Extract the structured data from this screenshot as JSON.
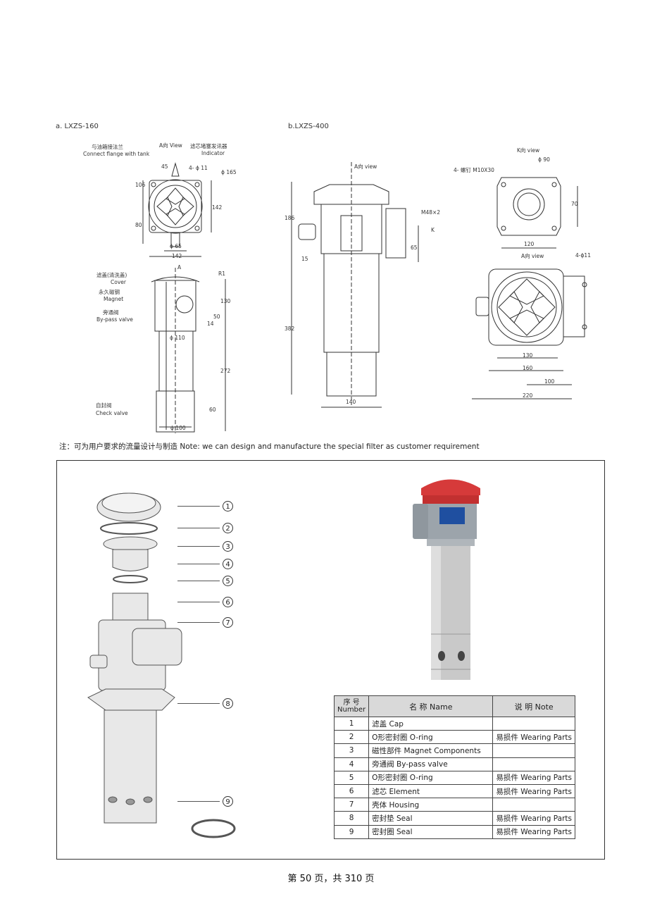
{
  "drawing_a": {
    "title": "a. LXZS-160",
    "labels": {
      "flange_cn": "与油箱接法兰",
      "flange_en": "Connect flange with tank",
      "a_view": "A向  View",
      "indicator_cn": "滤芯堵塞发讯器",
      "indicator_en": "Indicator",
      "cover_cn": "滤盖(清洗盖)",
      "cover_en": "Cover",
      "magnet_cn": "永久磁钢",
      "magnet_en": "Magnet",
      "bypass_cn": "旁通阀",
      "bypass_en": "By-pass valve",
      "check_cn": "自封阀",
      "check_en": "Check valve",
      "a_arrow": "A"
    },
    "dims": {
      "d45": "45",
      "d4phi11": "4- ϕ 11",
      "phi165": "ϕ 165",
      "d106": "106",
      "d80": "80",
      "d142v": "142",
      "phi65": "ϕ 65",
      "d142h": "142",
      "r1": "R1",
      "d130": "130",
      "d50": "50",
      "d14": "14",
      "phi110": "ϕ 110",
      "d272": "272",
      "d60": "60",
      "phi100": "ϕ 100"
    }
  },
  "drawing_b": {
    "title": "b.LXZS-400",
    "labels": {
      "a_view": "A向  view",
      "m48": "M48×2",
      "k": "K",
      "k_view": "K向    view",
      "bolt": "4- 螺钉 M10X30",
      "a_view2": "A向  view",
      "d4phi11": "4-ϕ11"
    },
    "dims": {
      "d186": "186",
      "d15": "15",
      "d382": "382",
      "d140": "140",
      "d65": "65",
      "phi90": "ϕ 90",
      "d70": "70",
      "d120": "120",
      "d130": "130",
      "d160": "160",
      "d100": "100",
      "d220": "220"
    }
  },
  "note": "注：可为用户要求的流量设计与制造    Note: we can design and manufacture the special filter as customer requirement",
  "callouts": [
    "1",
    "2",
    "3",
    "4",
    "5",
    "6",
    "7",
    "8",
    "9"
  ],
  "table": {
    "headers": {
      "number_cn": "序 号",
      "number_en": "Number",
      "name": "名  称 Name",
      "note": "说 明 Note"
    },
    "rows": [
      {
        "num": "1",
        "name": "滤盖    Cap",
        "note": ""
      },
      {
        "num": "2",
        "name": "O形密封圈    O-ring",
        "note": "易损件 Wearing Parts"
      },
      {
        "num": "3",
        "name": "磁性部件    Magnet Components",
        "note": ""
      },
      {
        "num": "4",
        "name": "旁通阀    By-pass valve",
        "note": ""
      },
      {
        "num": "5",
        "name": "O形密封圈    O-ring",
        "note": "易损件 Wearing Parts"
      },
      {
        "num": "6",
        "name": "滤芯    Element",
        "note": "易损件 Wearing Parts"
      },
      {
        "num": "7",
        "name": "壳体    Housing",
        "note": ""
      },
      {
        "num": "8",
        "name": "密封垫    Seal",
        "note": "易损件 Wearing Parts"
      },
      {
        "num": "9",
        "name": "密封圈    Seal",
        "note": "易损件 Wearing Parts"
      }
    ]
  },
  "footer": "第 50 页，共 310 页",
  "colors": {
    "cap_red": "#d63a3a",
    "body_grey": "#c9c9c9",
    "label_blue": "#1f4fa0"
  }
}
